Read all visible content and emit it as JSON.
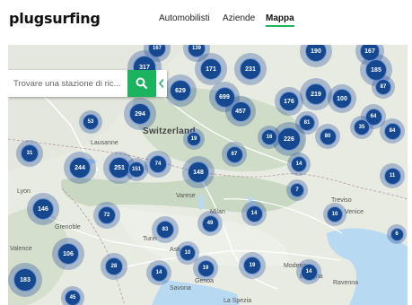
{
  "brand": {
    "logo_text": "plugsurfing"
  },
  "nav": {
    "items": [
      "Automobilisti",
      "Aziende",
      "Mappa"
    ],
    "active": "Mappa"
  },
  "search": {
    "placeholder": "Trovare una stazione di ric...",
    "value": ""
  },
  "colors": {
    "accent": "#1bb35e",
    "cluster": "#15488f",
    "map_land": "#e9ece4"
  },
  "icons": {
    "search_button": "search-icon",
    "collapse_button": "chevron-left-icon"
  },
  "map": {
    "country_labels": [
      "Switzerland"
    ],
    "city_labels": [
      "Lausanne",
      "Lyon",
      "Grenoble",
      "Valence",
      "Varese",
      "Milan",
      "Turin",
      "Asti",
      "Genoa",
      "Savona",
      "Modena",
      "Bologna",
      "Ravenna",
      "Treviso",
      "Venice",
      "La Spezia"
    ],
    "clusters": [
      "167",
      "317",
      "139",
      "171",
      "231",
      "190",
      "167",
      "185",
      "87",
      "629",
      "699",
      "219",
      "100",
      "176",
      "294",
      "457",
      "53",
      "81",
      "64",
      "226",
      "35",
      "84",
      "80",
      "31",
      "244",
      "251",
      "151",
      "74",
      "19",
      "148",
      "67",
      "16",
      "14",
      "11",
      "146",
      "72",
      "83",
      "49",
      "14",
      "7",
      "10",
      "6",
      "106",
      "28",
      "14",
      "10",
      "19",
      "19",
      "14",
      "183",
      "45"
    ]
  }
}
